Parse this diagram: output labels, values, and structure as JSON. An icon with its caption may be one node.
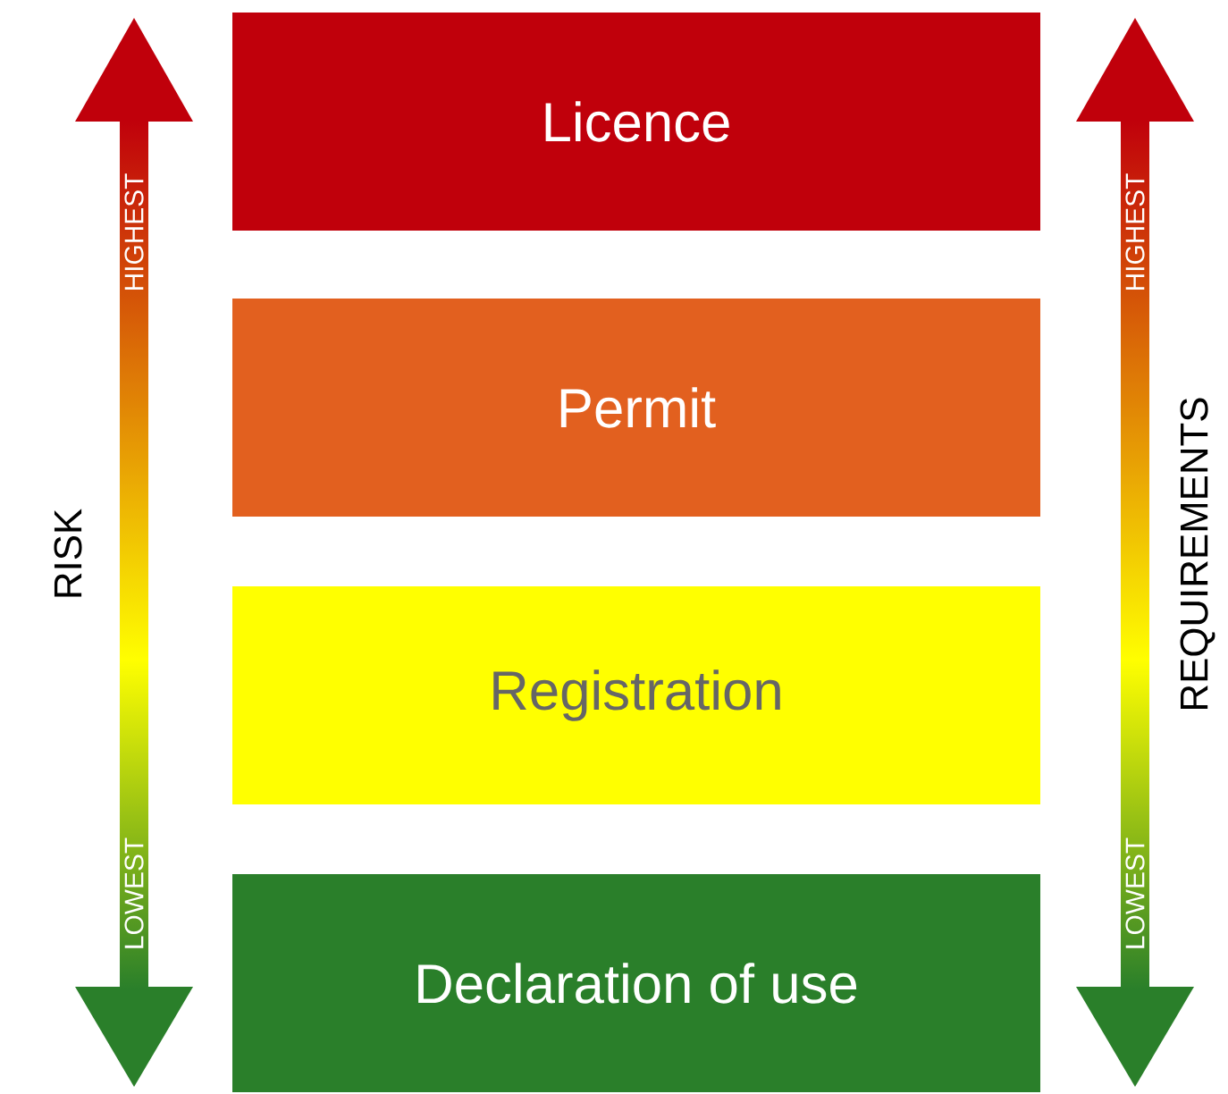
{
  "diagram": {
    "nodes": [
      {
        "text": [
          "Licence"
        ]
      },
      {
        "text": [
          "Permit"
        ]
      },
      {
        "text": [
          "Registration"
        ]
      },
      {
        "text": [
          "Declaration of use"
        ]
      }
    ],
    "labels": [
      "HIGHEST",
      "LOWEST",
      "RISK",
      "HIGHEST",
      "LOWEST",
      "REQUIREMENTS"
    ]
  }
}
